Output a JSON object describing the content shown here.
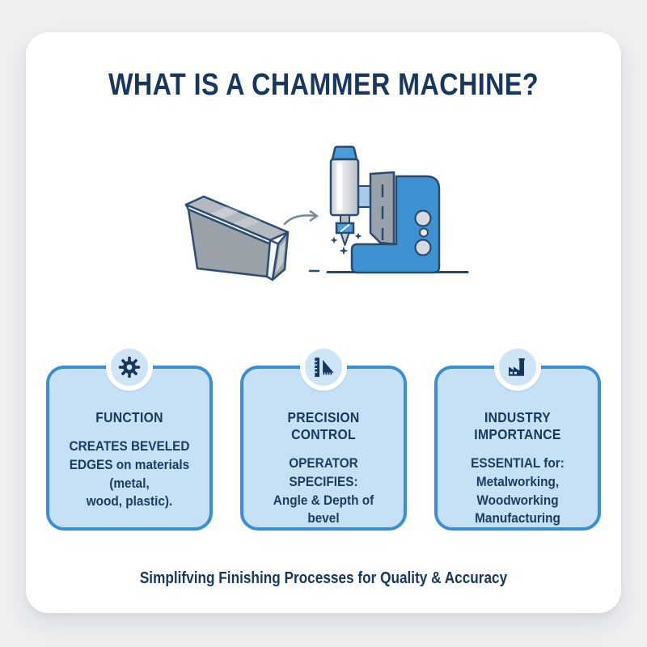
{
  "header": {
    "title": "WHAT IS A CHAMMER MACHINE?"
  },
  "illustration": {
    "description": "metal bar workpiece, arrow, chamfering machine with spindle and cutting bit",
    "elements": [
      "workpiece-bar",
      "process-arrow",
      "chamfer-machine"
    ]
  },
  "cards": [
    {
      "icon": "gear-icon",
      "title": "FUNCTION",
      "body": "CREATES BEVELED\nEDGES on materials (metal,\nwood, plastic)."
    },
    {
      "icon": "set-square-icon",
      "title": "PRECISION CONTROL",
      "body": "OPERATOR SPECIFIES:\nAngle & Depth of\nbevel"
    },
    {
      "icon": "factory-icon",
      "title": "INDUSTRY IMPORTANCE",
      "body": "ESSENTIAL for:\nMetalworking, Woodworking\nManufacturing"
    }
  ],
  "footer": {
    "tagline": "Simplifving Finishing Processes for Quality & Accuracy"
  },
  "colors": {
    "background": "#edeff1",
    "panel": "#ffffff",
    "accent_blue": "#3a8fd0",
    "card_fill": "#c6e1f5",
    "icon_circle_fill": "#cde5f7",
    "navy_text": "#17375c",
    "machine_blue": "#3e92d1",
    "machine_gray": "#99a1aa",
    "outline_navy": "#264a70"
  }
}
